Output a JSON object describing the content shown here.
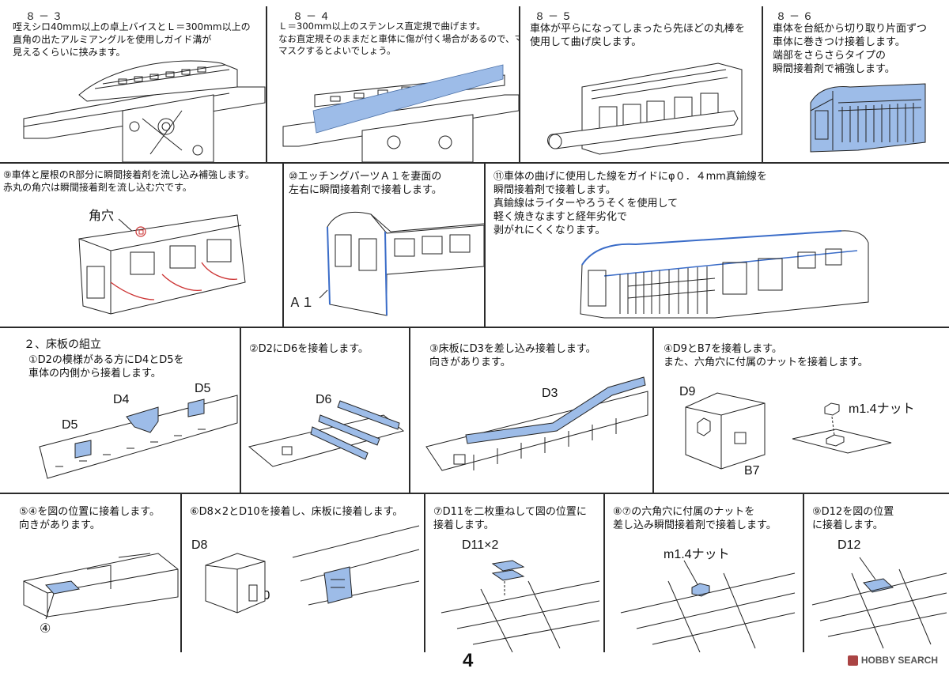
{
  "steps": {
    "s8_3": {
      "no": "８－３",
      "text": "咥えシロ40mm以上の卓上バイスとＬ＝300mm以上の\n直角の出たアルミアングルを使用しガイド溝が\n見えるくらいに挟みます。"
    },
    "s8_4": {
      "no": "８－４",
      "text": "Ｌ＝300mm以上のステンレス直定規で曲げます。\nなお直定規そのままだと車体に傷が付く場合があるので、マスキングテープ等で定規側を\nマスクするとよいでしょう。"
    },
    "s8_5": {
      "no": "８－５",
      "text": "車体が平らになってしまったら先ほどの丸棒を\n使用して曲げ戻します。"
    },
    "s8_6": {
      "no": "８－６",
      "text": "車体を台紙から切り取り片面ずつ\n車体に巻きつけ接着します。\n端部をさらさらタイプの\n瞬間接着剤で補強します。"
    },
    "s9": {
      "text": "⑨車体と屋根のR部分に瞬間接着剤を流し込み補強します。\n赤丸の角穴は瞬間接着剤を流し込む穴です。",
      "label": "角穴"
    },
    "s10": {
      "text": "⑩エッチングパーツＡ１を妻面の\n左右に瞬間接着剤で接着します。",
      "label": "Ａ１"
    },
    "s11": {
      "text": "⑪車体の曲げに使用した線をガイドにφ０．４mm真鍮線を\n瞬間接着剤で接着します。\n真鍮線はライターやろうそくを使用して\n軽く焼きなますと経年劣化で\n剥がれにくくなります。"
    },
    "floor": {
      "heading": "２、床板の組立",
      "s1": {
        "text": "①D2の模様がある方にD4とD5を\n車体の内側から接着します。",
        "labels": [
          "D4",
          "D5",
          "D5"
        ]
      },
      "s2": {
        "text": "②D2にD6を接着します。",
        "label": "D6"
      },
      "s3": {
        "text": "③床板にD3を差し込み接着します。\n向きがあります。",
        "label": "D3"
      },
      "s4": {
        "text": "④D9とB7を接着します。\nまた、六角穴に付属のナットを接着します。",
        "labels": [
          "D9",
          "B7",
          "m1.4ナット"
        ]
      },
      "s5": {
        "text": "⑤④を図の位置に接着します。\n向きがあります。",
        "label": "④"
      },
      "s6": {
        "text": "⑥D8×2とD10を接着し、床板に接着します。",
        "labels": [
          "D8",
          "D10"
        ]
      },
      "s7": {
        "text": "⑦D11を二枚重ねして図の位置に\n接着します。",
        "label": "D11×2"
      },
      "s8": {
        "text": "⑧⑦の六角穴に付属のナットを\n差し込み瞬間接着剤で接着します。",
        "label": "m1.4ナット"
      },
      "s9": {
        "text": "⑨D12を図の位置\nに接着します。",
        "label": "D12"
      }
    }
  },
  "footer": {
    "page_number": "4",
    "brand": "HOBBY SEARCH"
  },
  "colors": {
    "highlight": "#9dbce8",
    "line": "#222222",
    "hole_marker": "#cc3333"
  }
}
